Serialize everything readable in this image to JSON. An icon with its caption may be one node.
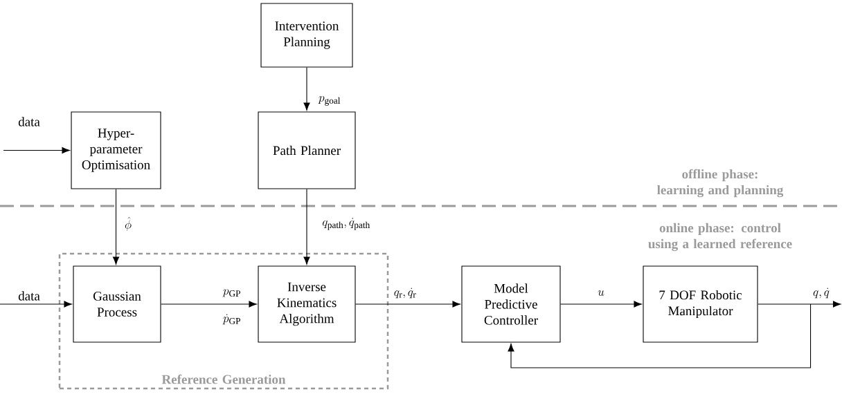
{
  "diagram": {
    "nodes": [
      {
        "text": [
          "Intervention Planning"
        ]
      },
      {
        "text": [
          "Hyper-parameter Optimisation"
        ]
      },
      {
        "text": [
          "Path Planner"
        ]
      },
      {
        "text": [
          "Reference Generation"
        ]
      },
      {
        "text": [
          "Gaussian Process"
        ],
        "in": 3
      },
      {
        "text": [
          "Inverse Kinematics Algorithm"
        ],
        "in": 3
      },
      {
        "text": [
          "Model Predictive Controller"
        ]
      },
      {
        "text": [
          "7 DOF Robotic Manipulator"
        ]
      }
    ],
    "edges": [
      {
        "from": null,
        "to": 1,
        "arrow": "to",
        "label": "data"
      },
      {
        "from": 0,
        "to": 2,
        "arrow": "to",
        "label": "p_{\\mathrm{goal}}"
      },
      {
        "from": 1,
        "to": 4,
        "arrow": "to",
        "label": "\\hat{\\phi}"
      },
      {
        "from": 2,
        "to": 5,
        "arrow": "to",
        "label": "q_{\\mathrm{path}}, \\dot{q}_{\\mathrm{path}}"
      },
      {
        "from": null,
        "to": 4,
        "arrow": "to",
        "label": "data"
      },
      {
        "from": 4,
        "to": 5,
        "arrow": "to",
        "label": "p_{\\mathrm{GP}}"
      },
      {
        "from": 5,
        "to": 6,
        "arrow": "to",
        "label": "q_{\\mathrm{r}}, \\dot{q}_{\\mathrm{r}}"
      },
      {
        "from": 6,
        "to": 7,
        "arrow": "to",
        "label": "u"
      },
      {
        "from": 7,
        "to": null,
        "arrow": "to",
        "label": "q, \\dot{q}"
      },
      {
        "from": 7,
        "to": 6,
        "arrow": "to"
      }
    ],
    "labels": [
      "\\dot{p}_{\\mathrm{GP}}",
      "offline phase: learning and planning",
      "online phase: control using a learned reference"
    ]
  }
}
